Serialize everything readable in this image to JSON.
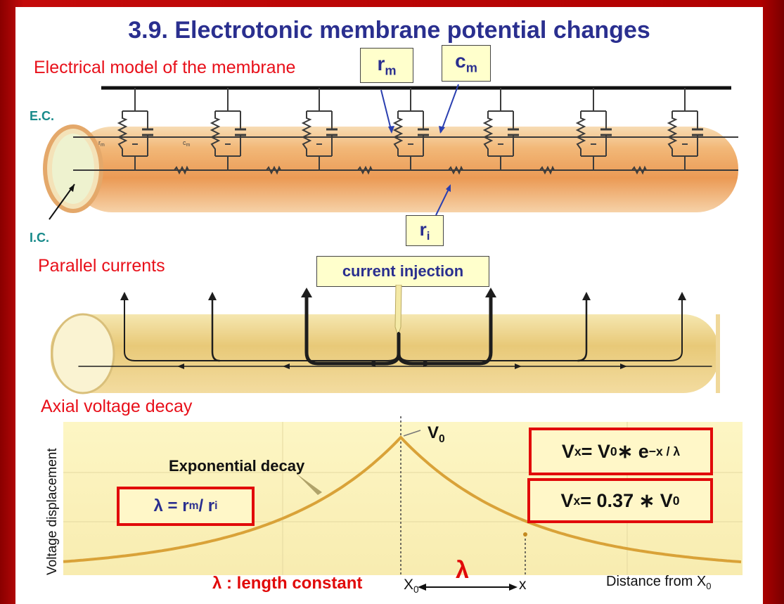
{
  "title": "3.9. Electrotonic membrane potential changes",
  "model": {
    "heading": "Electrical model of the membrane",
    "ec_label": "E.C.",
    "ic_label": "I.C.",
    "rm_label": "r",
    "rm_sub": "m",
    "cm_label": "c",
    "cm_sub": "m",
    "ri_label": "r",
    "ri_sub": "i",
    "inner_rm": "r",
    "inner_rm_sub": "m",
    "inner_cm": "c",
    "inner_cm_sub": "m",
    "resistor_ri": "r",
    "resistor_ri_sub": "i"
  },
  "currents": {
    "heading": "Parallel currents",
    "injection_label": "current injection"
  },
  "decay": {
    "heading": "Axial voltage decay",
    "y_axis_label": "Voltage displacement",
    "x_axis_label": "Distance from X",
    "x_axis_label_sub": "0",
    "peak_label": "V",
    "peak_sub": "0",
    "curve_label": "Exponential decay",
    "lambda_formula": {
      "pre": "λ = r",
      "sub1": "m",
      "mid": " / r",
      "sub2": "i"
    },
    "eq1": {
      "a": "V",
      "a_sub": "x",
      "b": " = V",
      "b_sub": "0",
      "c": " ∗ e ",
      "sup": "−x / λ"
    },
    "eq2": {
      "a": "V",
      "a_sub": "x",
      "b": " = 0.37 ∗ V",
      "b_sub": "0"
    },
    "lambda_symbol": "λ",
    "lambda_caption": "λ : length constant",
    "x0_label": "X",
    "x0_sub": "0",
    "x_label": "x"
  },
  "colors": {
    "title": "#2a2f8f",
    "heading": "#e8101a",
    "teal": "#178a8a",
    "box_border": "#e10a0a"
  }
}
